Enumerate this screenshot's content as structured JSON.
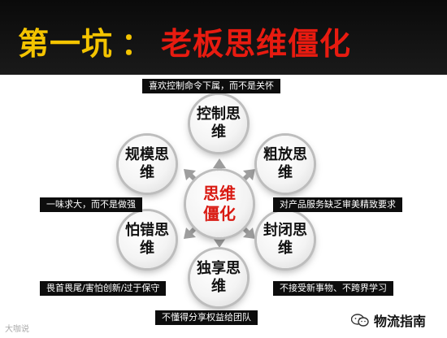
{
  "title": {
    "prefix": "第一坑",
    "colon": "：",
    "main": "老板思维僵化"
  },
  "center": {
    "text": "思维僵化"
  },
  "nodes": {
    "control": "控制思维",
    "extensive": "粗放思维",
    "closed": "封闭思维",
    "exclusive": "独享思维",
    "fear": "怕错思维",
    "scale": "规模思维"
  },
  "labels": {
    "control": "喜欢控制命令下属，而不是关怀",
    "extensive": "对产品服务缺乏审美精致要求",
    "closed": "不接受新事物、不跨界学习",
    "exclusive": "不懂得分享权益给团队",
    "fear": "畏首畏尾/害怕创新/过于保守",
    "scale": "一味求大，而不是做强"
  },
  "colors": {
    "title_prefix": "#f4c400",
    "title_main": "#e81b10",
    "center_text": "#d91a12",
    "arrow": "#9e9e9e"
  },
  "footer": {
    "left": "大咖说",
    "right": "物流指南",
    "icon": "wechat-icon"
  }
}
